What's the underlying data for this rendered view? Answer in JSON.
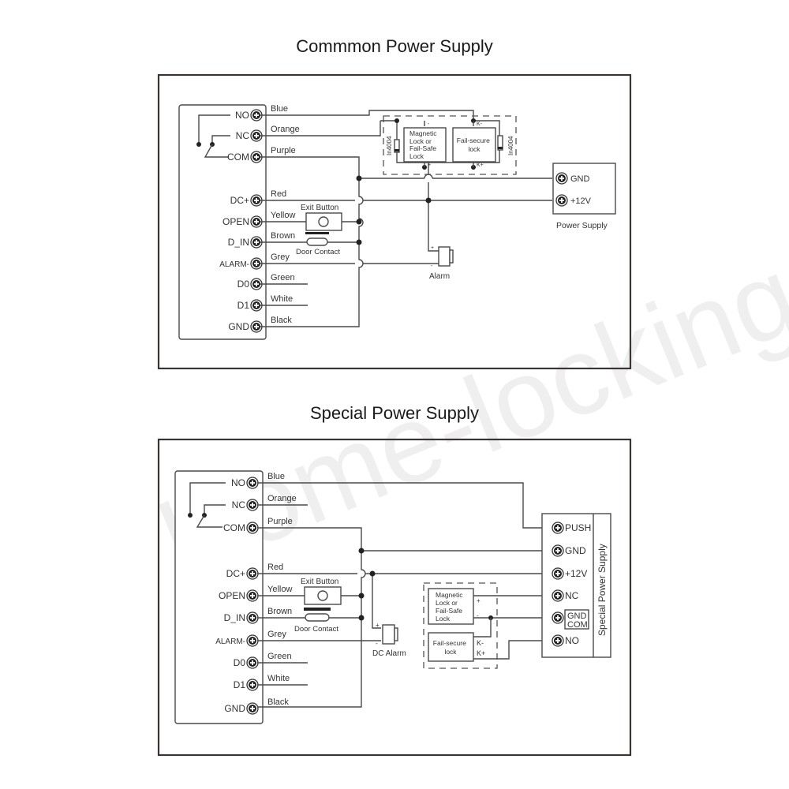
{
  "titles": {
    "common": "Commmon Power Supply",
    "special": "Special Power Supply"
  },
  "watermark": "Home-locking",
  "controller_terminals": [
    "NO",
    "NC",
    "COM",
    "DC+",
    "OPEN",
    "D_IN",
    "ALARM-",
    "D0",
    "D1",
    "GND"
  ],
  "wire_colors": [
    "Blue",
    "Orange",
    "Purple",
    "Red",
    "Yellow",
    "Brown",
    "Grey",
    "Green",
    "White",
    "Black"
  ],
  "components": {
    "exit_button": "Exit Button",
    "door_contact": "Door Contact",
    "alarm": "Alarm",
    "dc_alarm": "DC Alarm",
    "plus": "+",
    "minus": "-",
    "diode": "In4004",
    "maglock_lines": [
      "Magnetic",
      "Lock or",
      "Fail-Safe",
      "Lock"
    ],
    "failsecure_lines": [
      "Fail-secure",
      "lock"
    ],
    "k_minus": "K-",
    "k_plus": "K+"
  },
  "common_psu": {
    "label": "Power Supply",
    "terminals": [
      "GND",
      "+12V"
    ]
  },
  "special_psu": {
    "label": "Special Power Supply",
    "terminals": [
      "PUSH",
      "GND",
      "+12V",
      "NC",
      "GND",
      "COM",
      "NO"
    ]
  }
}
